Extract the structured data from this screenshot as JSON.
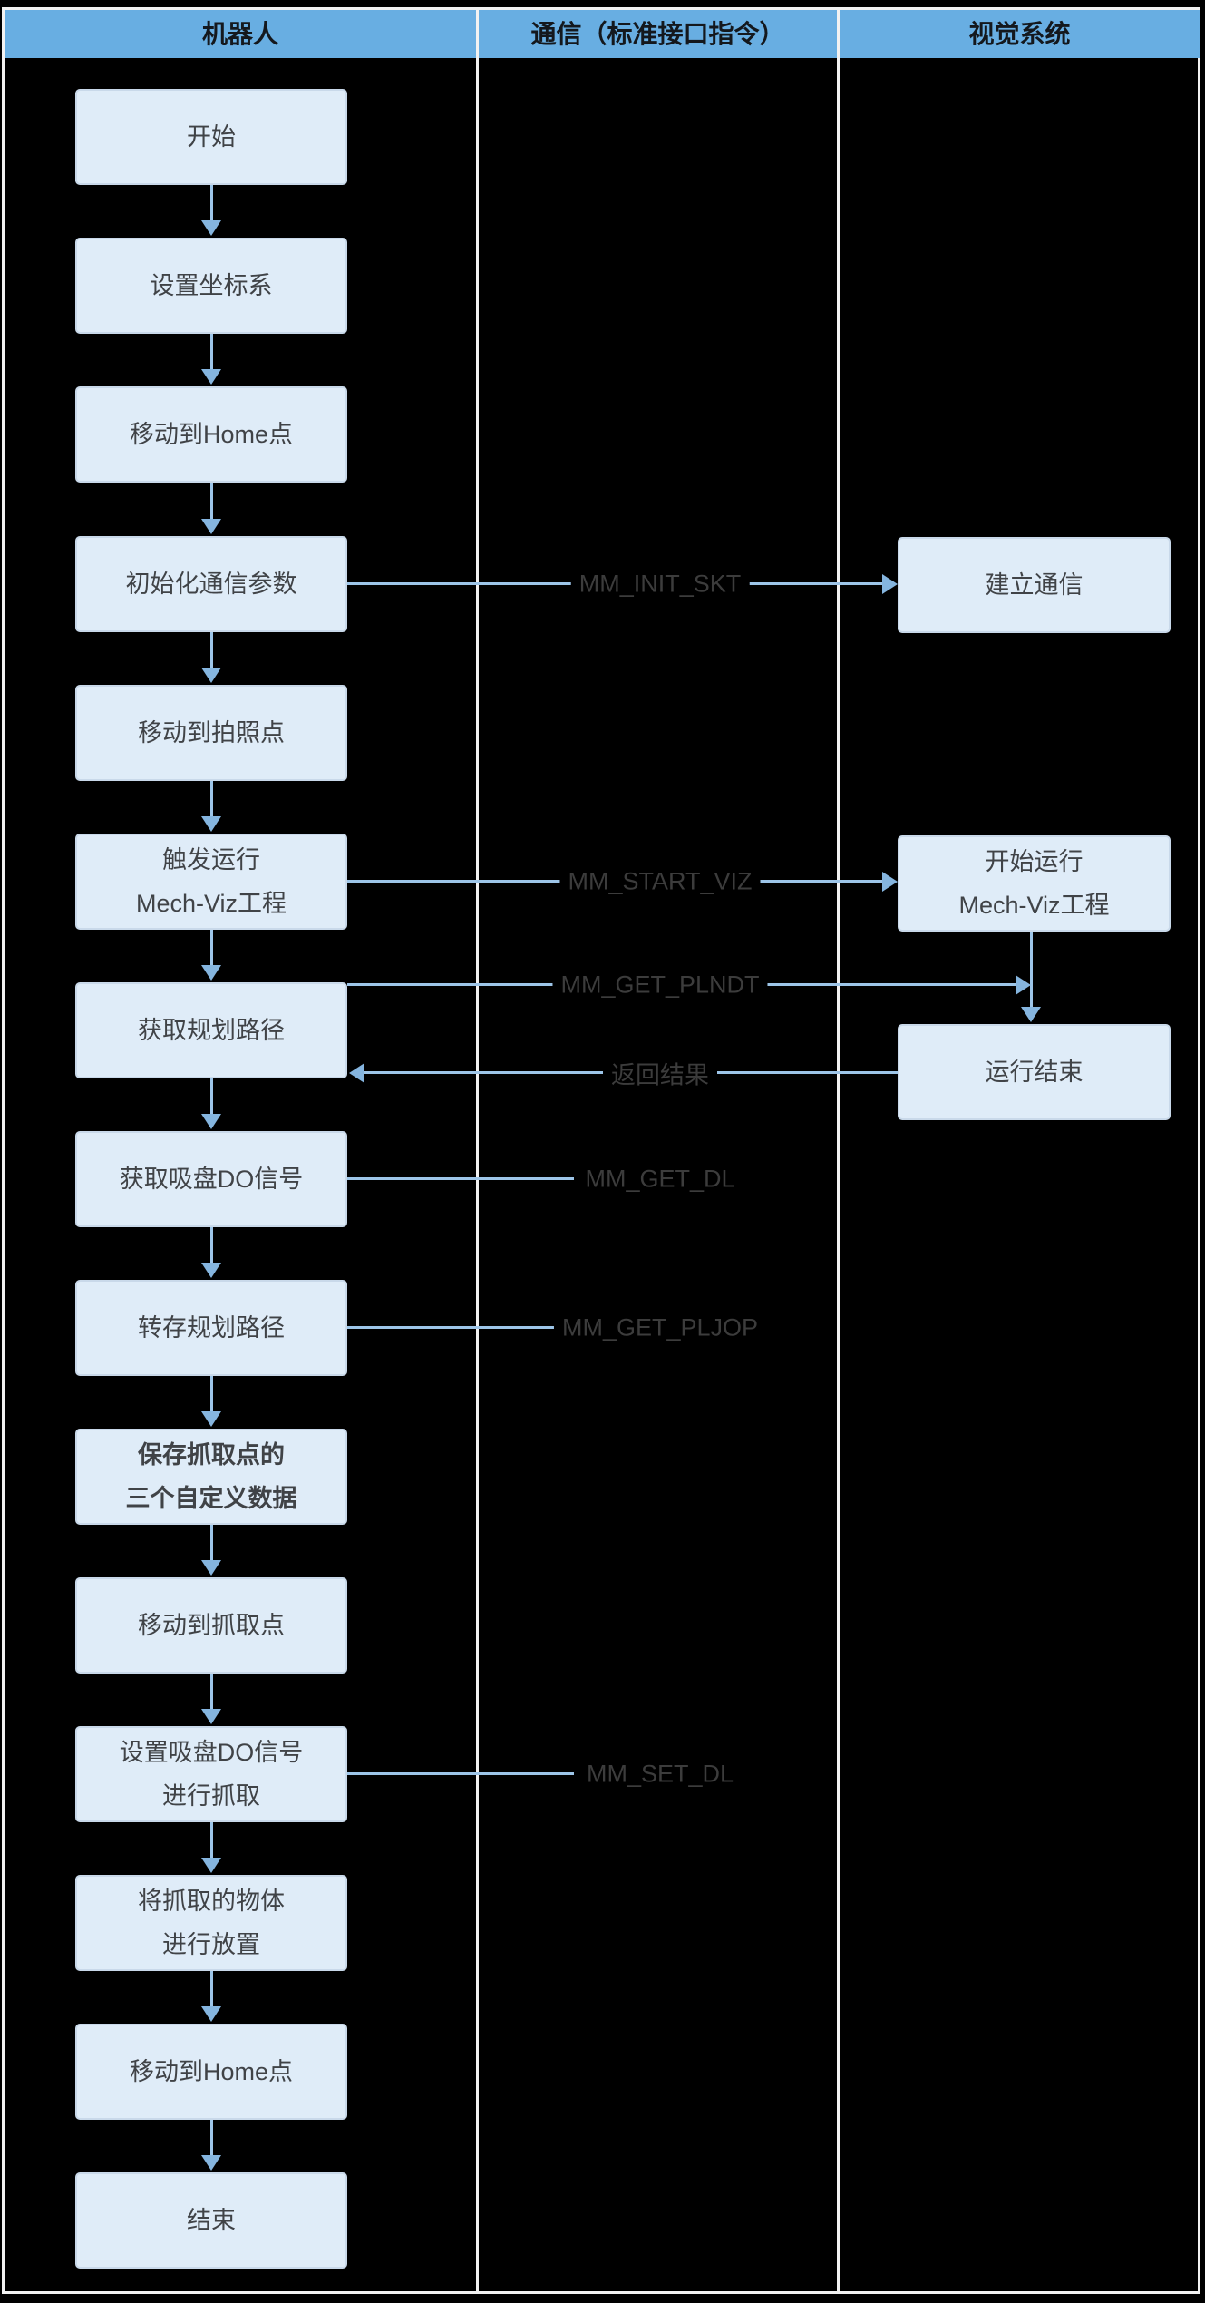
{
  "header": {
    "columns": [
      {
        "label": "机器人"
      },
      {
        "label": "通信（标准接口指令）"
      },
      {
        "label": "视觉系统"
      }
    ]
  },
  "robot": {
    "steps": [
      {
        "text": "开始"
      },
      {
        "text": "设置坐标系"
      },
      {
        "text": "移动到Home点"
      },
      {
        "text": "初始化通信参数"
      },
      {
        "text": "移动到拍照点"
      },
      {
        "text": "触发运行\nMech-Viz工程"
      },
      {
        "text": "获取规划路径"
      },
      {
        "text": "获取吸盘DO信号"
      },
      {
        "text": "转存规划路径"
      },
      {
        "text": "保存抓取点的\n三个自定义数据",
        "bold": true
      },
      {
        "text": "移动到抓取点"
      },
      {
        "text": "设置吸盘DO信号\n进行抓取"
      },
      {
        "text": "将抓取的物体\n进行放置"
      },
      {
        "text": "移动到Home点"
      },
      {
        "text": "结束"
      }
    ]
  },
  "vision": {
    "steps": [
      {
        "text": "建立通信"
      },
      {
        "text": "开始运行\nMech-Viz工程"
      },
      {
        "text": "运行结束"
      }
    ]
  },
  "messages": [
    {
      "text": "MM_INIT_SKT",
      "direction": "right"
    },
    {
      "text": "MM_START_VIZ",
      "direction": "right"
    },
    {
      "text": "MM_GET_PLNDT",
      "direction": "right"
    },
    {
      "text": "返回结果",
      "direction": "left"
    },
    {
      "text": "MM_GET_DL",
      "direction": "none"
    },
    {
      "text": "MM_GET_PLJOP",
      "direction": "none"
    },
    {
      "text": "MM_SET_DL",
      "direction": "none"
    }
  ],
  "colors": {
    "canvas_bg": "#000000",
    "header_bg": "#68AEE2",
    "header_text": "#14181D",
    "node_fill": "#DFECF8",
    "node_border": "#C9D9EA",
    "node_text": "#404347",
    "arrow": "#9DC5E8",
    "arrowhead": "#85B5DF",
    "label_text": "#3C3C3C",
    "divider": "#F2F2F2"
  }
}
